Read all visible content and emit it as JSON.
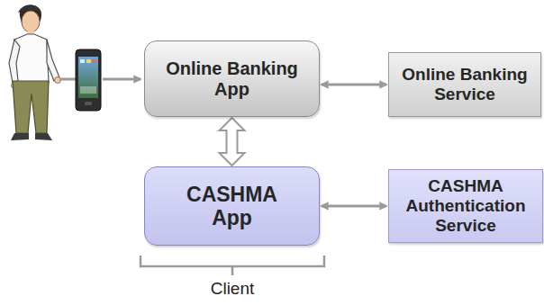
{
  "diagram": {
    "nodes": [
      {
        "text": [
          "Online Banking App"
        ]
      },
      {
        "text": [
          "Online Banking Service"
        ]
      },
      {
        "text": [
          "CASHMA App"
        ]
      },
      {
        "text": [
          "CASHMA Authentication Service"
        ]
      }
    ],
    "edges": [
      {
        "from": 0,
        "to": 1,
        "arrow": "both"
      },
      {
        "from": 0,
        "to": 2,
        "arrow": "both"
      },
      {
        "from": 2,
        "to": 3,
        "arrow": "both"
      }
    ],
    "labels": [
      "Client"
    ]
  }
}
